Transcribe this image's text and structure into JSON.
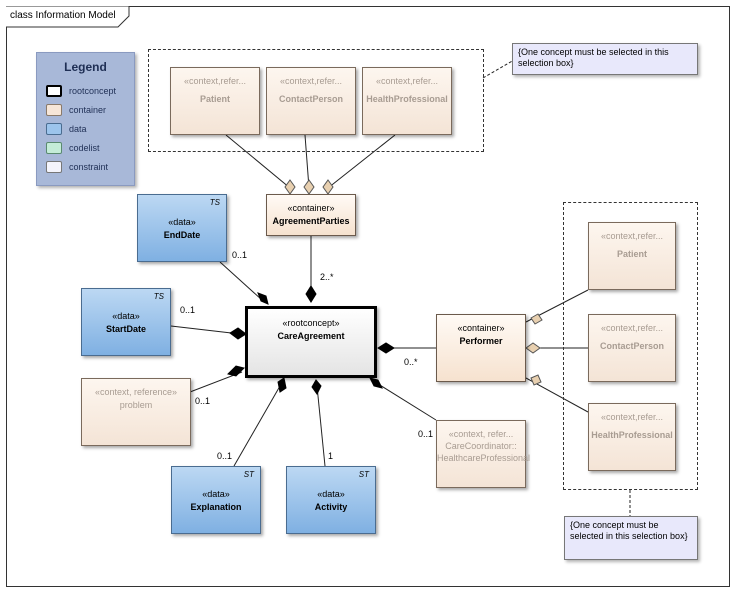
{
  "frame": {
    "title": "class Information Model"
  },
  "legend": {
    "title": "Legend",
    "items": [
      {
        "label": "rootconcept",
        "color": "#ffffff",
        "border": "#000000"
      },
      {
        "label": "container",
        "color": "#f6e6d8",
        "border": "#8a7a6a"
      },
      {
        "label": "data",
        "color": "#9cc4ec",
        "border": "#4a6c90"
      },
      {
        "label": "codelist",
        "color": "#c4ecd8",
        "border": "#5a8a70"
      },
      {
        "label": "constraint",
        "color": "#f4f4fc",
        "border": "#777777"
      }
    ]
  },
  "notes": {
    "top": "{One concept must be selected in this selection box}",
    "bottom": "{One concept must be selected in this selection box}"
  },
  "boxes": {
    "patient_top": {
      "stereo": "«context,refer...",
      "name": "Patient"
    },
    "contact_top": {
      "stereo": "«context,refer...",
      "name": "ContactPerson"
    },
    "health_top": {
      "stereo": "«context,refer...",
      "name": "HealthProfessional"
    },
    "agreement_parties": {
      "stereo": "«container»",
      "name": "AgreementParties"
    },
    "end_date": {
      "stereo": "«data»",
      "name": "EndDate",
      "tag": "TS"
    },
    "start_date": {
      "stereo": "«data»",
      "name": "StartDate",
      "tag": "TS"
    },
    "problem": {
      "stereo": "«context, reference»",
      "name": "problem"
    },
    "care_agreement": {
      "stereo": "«rootconcept»",
      "name": "CareAgreement"
    },
    "performer": {
      "stereo": "«container»",
      "name": "Performer"
    },
    "explanation": {
      "stereo": "«data»",
      "name": "Explanation",
      "tag": "ST"
    },
    "activity": {
      "stereo": "«data»",
      "name": "Activity",
      "tag": "ST"
    },
    "care_coordinator": {
      "stereo": "«context, refer...",
      "name1": "CareCoordinator::",
      "name2": "HealthcareProfessional"
    },
    "patient_right": {
      "stereo": "«context,refer...",
      "name": "Patient"
    },
    "contact_right": {
      "stereo": "«context,refer...",
      "name": "ContactPerson"
    },
    "health_right": {
      "stereo": "«context,refer...",
      "name": "HealthProfessional"
    }
  },
  "multiplicities": {
    "agreement_parties": "2..*",
    "end_date": "0..1",
    "start_date": "0..1",
    "problem": "0..1",
    "performer": "0..*",
    "explanation": "0..1",
    "activity": "1",
    "care_coordinator": "0..1"
  }
}
